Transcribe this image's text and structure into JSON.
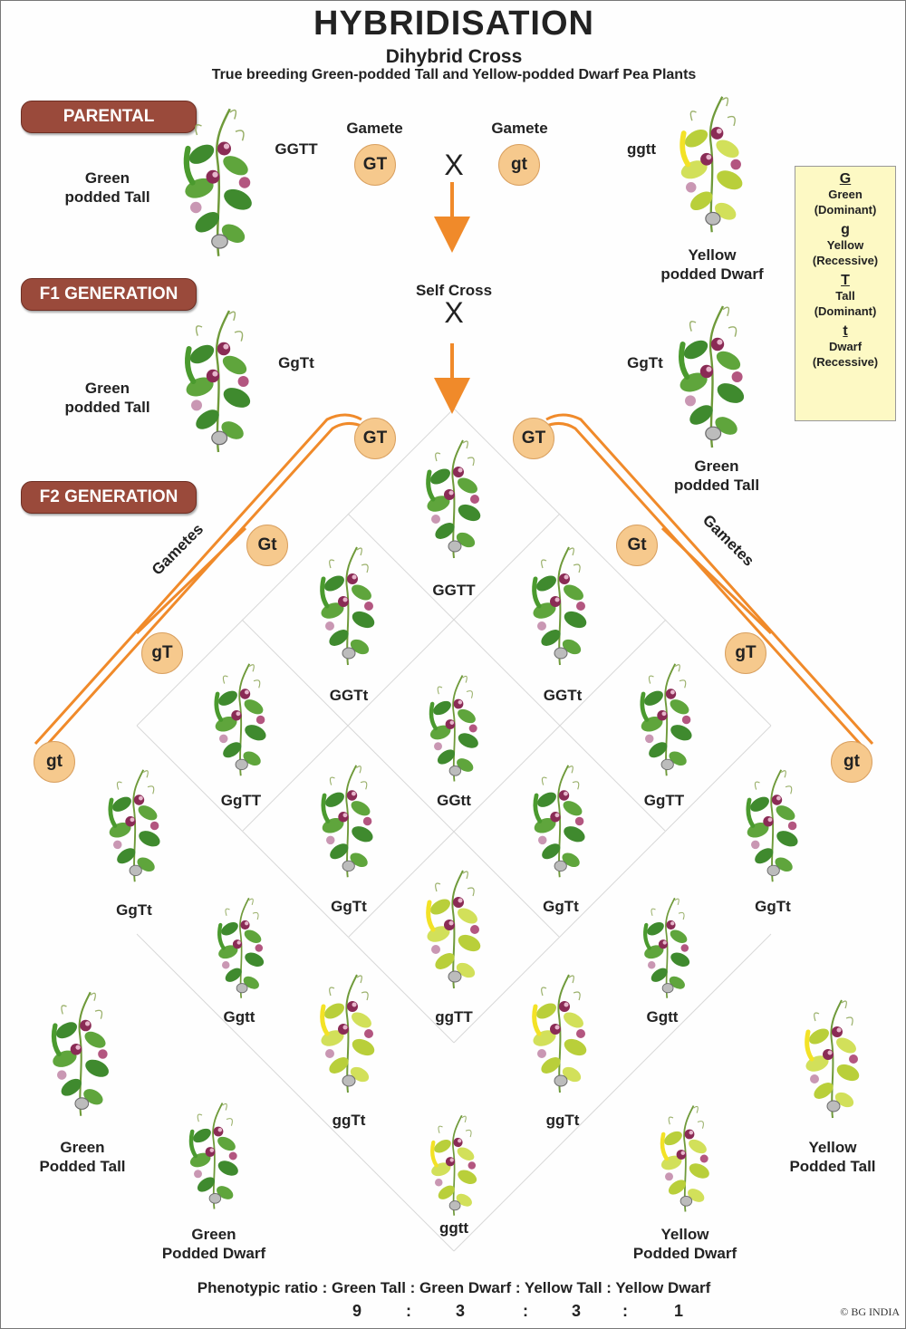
{
  "header": {
    "title": "HYBRIDISATION",
    "subtitle": "Dihybrid Cross",
    "description": "True breeding Green-podded Tall and Yellow-podded Dwarf Pea Plants"
  },
  "generations": {
    "parental": "PARENTAL",
    "f1": "F1 GENERATION",
    "f2": "F2 GENERATION"
  },
  "parental": {
    "left_label_1": "Green",
    "left_label_2": "podded Tall",
    "left_genotype": "GGTT",
    "right_label_1": "Yellow",
    "right_label_2": "podded Dwarf",
    "right_genotype": "ggtt",
    "gamete_left_title": "Gamete",
    "gamete_left": "GT",
    "gamete_right_title": "Gamete",
    "gamete_right": "gt",
    "cross_symbol": "X"
  },
  "f1": {
    "self_cross": "Self Cross",
    "cross_symbol": "X",
    "left_label_1": "Green",
    "left_label_2": "podded Tall",
    "left_genotype": "GgTt",
    "right_label_1": "Green",
    "right_label_2": "podded Tall",
    "right_genotype": "GgTt"
  },
  "gametes": {
    "label_left": "Gametes",
    "label_right": "Gametes",
    "left": [
      "GT",
      "Gt",
      "gT",
      "gt"
    ],
    "right": [
      "GT",
      "Gt",
      "gT",
      "gt"
    ]
  },
  "legend": [
    {
      "symbol": "G",
      "name": "Green",
      "type": "(Dominant)"
    },
    {
      "symbol": "g",
      "name": "Yellow",
      "type": "(Recessive)"
    },
    {
      "symbol": "T",
      "name": "Tall",
      "type": "(Dominant)"
    },
    {
      "symbol": "t",
      "name": "Dwarf",
      "type": "(Recessive)"
    }
  ],
  "f2_grid": {
    "r1c1": "GGTT",
    "r2c1": "GGTt",
    "r2c2": "GGTt",
    "r3c1": "GgTT",
    "r3c2": "GGtt",
    "r3c3": "GgTT",
    "r4c1": "GgTt",
    "r4c2": "GgTt",
    "r4c3": "GgTt",
    "r4c4": "GgTt",
    "r5c1": "Ggtt",
    "r5c2": "ggTT",
    "r5c3": "Ggtt",
    "r6c1": "ggTt",
    "r6c2": "ggTt",
    "r7c1": "ggtt"
  },
  "phenotypes": {
    "green_tall_1": "Green",
    "green_tall_2": "Podded Tall",
    "green_dwarf_1": "Green",
    "green_dwarf_2": "Podded Dwarf",
    "yellow_tall_1": "Yellow",
    "yellow_tall_2": "Podded Tall",
    "yellow_dwarf_1": "Yellow",
    "yellow_dwarf_2": "Podded Dwarf"
  },
  "ratio": {
    "text": "Phenotypic ratio : Green Tall : Green Dwarf : Yellow Tall : Yellow Dwarf",
    "numbers": [
      "9",
      ":",
      "3",
      ":",
      "3",
      ":",
      "1"
    ]
  },
  "copyright": "© BG INDIA",
  "colors": {
    "banner": "#9a4a3b",
    "gamete_circle": "#f6c98d",
    "arrow": "#f08a2a",
    "legend_bg": "#fdf9c4",
    "leaf_green": "#3f8a2e",
    "leaf_yellow": "#b9cf3a",
    "flower": "#8a2b55"
  }
}
